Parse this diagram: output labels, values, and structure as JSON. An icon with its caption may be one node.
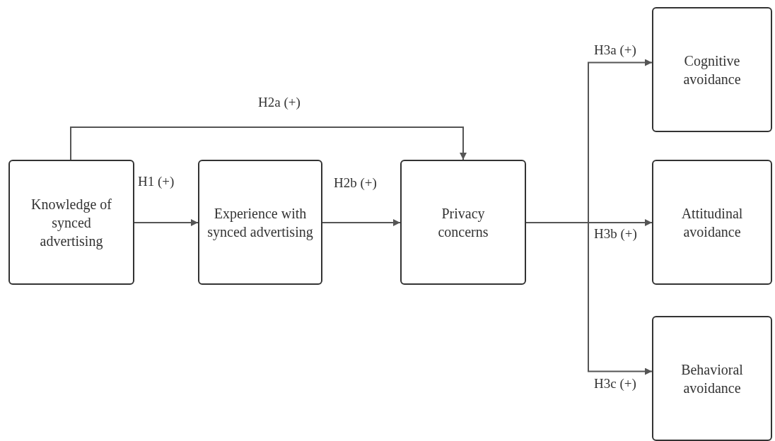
{
  "diagram": {
    "nodes": [
      {
        "text": [
          "Knowledge of synced advertising"
        ]
      },
      {
        "text": [
          "Experience with synced advertising"
        ]
      },
      {
        "text": [
          "Privacy concerns"
        ]
      },
      {
        "text": [
          "Cognitive avoidance"
        ]
      },
      {
        "text": [
          "Attitudinal avoidance"
        ]
      },
      {
        "text": [
          "Behavioral avoidance"
        ]
      }
    ],
    "edges": [
      {
        "from": 0,
        "to": 1,
        "arrow": "to",
        "label": "H1 (+)"
      },
      {
        "from": 0,
        "to": 2,
        "arrow": "to",
        "label": "H2a (+)"
      },
      {
        "from": 1,
        "to": 2,
        "arrow": "to",
        "label": "H2b (+)"
      },
      {
        "from": 2,
        "to": 3,
        "arrow": "to",
        "label": "H3a (+)"
      },
      {
        "from": 2,
        "to": 4,
        "arrow": "to",
        "label": "H3b (+)"
      },
      {
        "from": 2,
        "to": 5,
        "arrow": "to",
        "label": "H3c (+)"
      }
    ]
  }
}
